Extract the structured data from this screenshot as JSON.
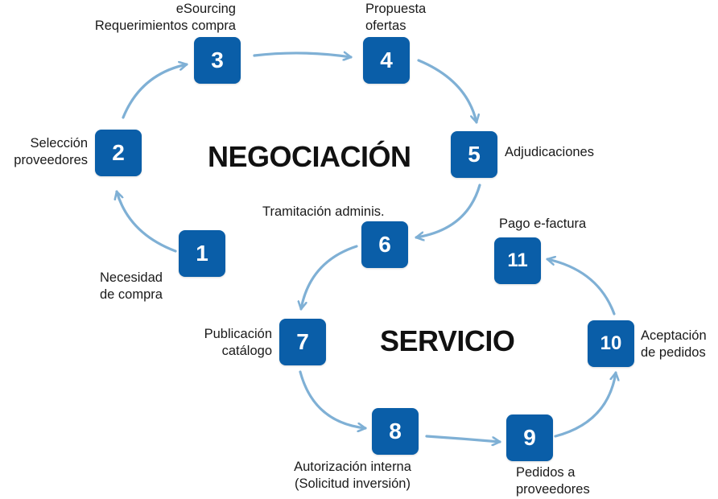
{
  "colors": {
    "box": "#0a5ea8",
    "arrow": "#7fb0d5",
    "text": "#1a1a1a"
  },
  "phases": {
    "negotiation": "NEGOCIACIÓN",
    "service": "SERVICIO"
  },
  "steps": [
    {
      "num": "1",
      "lines": [
        "Necesidad",
        "de compra"
      ]
    },
    {
      "num": "2",
      "lines": [
        "Selección",
        "proveedores"
      ]
    },
    {
      "num": "3",
      "lines": [
        "eSourcing",
        "Requerimientos compra"
      ]
    },
    {
      "num": "4",
      "lines": [
        "Propuesta",
        "ofertas"
      ]
    },
    {
      "num": "5",
      "lines": [
        "Adjudicaciones"
      ]
    },
    {
      "num": "6",
      "lines": [
        "Tramitación adminis."
      ]
    },
    {
      "num": "7",
      "lines": [
        "Publicación",
        "catálogo"
      ]
    },
    {
      "num": "8",
      "lines": [
        "Autorización interna",
        "(Solicitud inversión)"
      ]
    },
    {
      "num": "9",
      "lines": [
        "Pedidos a",
        "proveedores"
      ]
    },
    {
      "num": "10",
      "lines": [
        "Aceptación",
        "de pedidos"
      ]
    },
    {
      "num": "11",
      "lines": [
        "Pago e-factura"
      ]
    }
  ]
}
